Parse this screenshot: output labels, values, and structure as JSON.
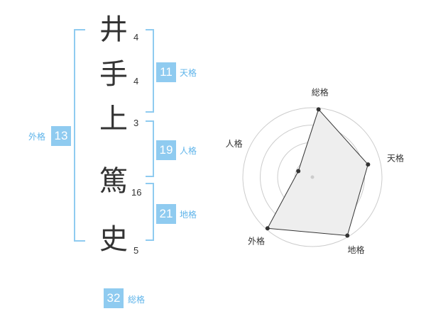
{
  "name": {
    "characters": [
      {
        "char": "井",
        "strokes": "4"
      },
      {
        "char": "手",
        "strokes": "4"
      },
      {
        "char": "上",
        "strokes": "3"
      },
      {
        "char": "篤",
        "strokes": "16"
      },
      {
        "char": "史",
        "strokes": "5"
      }
    ]
  },
  "scores": {
    "tenkaku": {
      "value": "11",
      "label": "天格"
    },
    "jinkaku": {
      "value": "19",
      "label": "人格"
    },
    "chikaku": {
      "value": "21",
      "label": "地格"
    },
    "gaikaku": {
      "value": "13",
      "label": "外格"
    },
    "soukaku": {
      "value": "32",
      "label": "総格"
    }
  },
  "chart_data": {
    "type": "radar",
    "axes": [
      "総格",
      "天格",
      "地格",
      "外格",
      "人格"
    ],
    "rings": 4,
    "values_fraction": [
      0.98,
      0.82,
      0.98,
      0.98,
      0.22
    ],
    "colors": {
      "accent": "#8fcbf0",
      "accent_text": "#5fb4ea",
      "line": "#333333",
      "fill": "#eeeeee",
      "ring": "#cccccc"
    }
  }
}
